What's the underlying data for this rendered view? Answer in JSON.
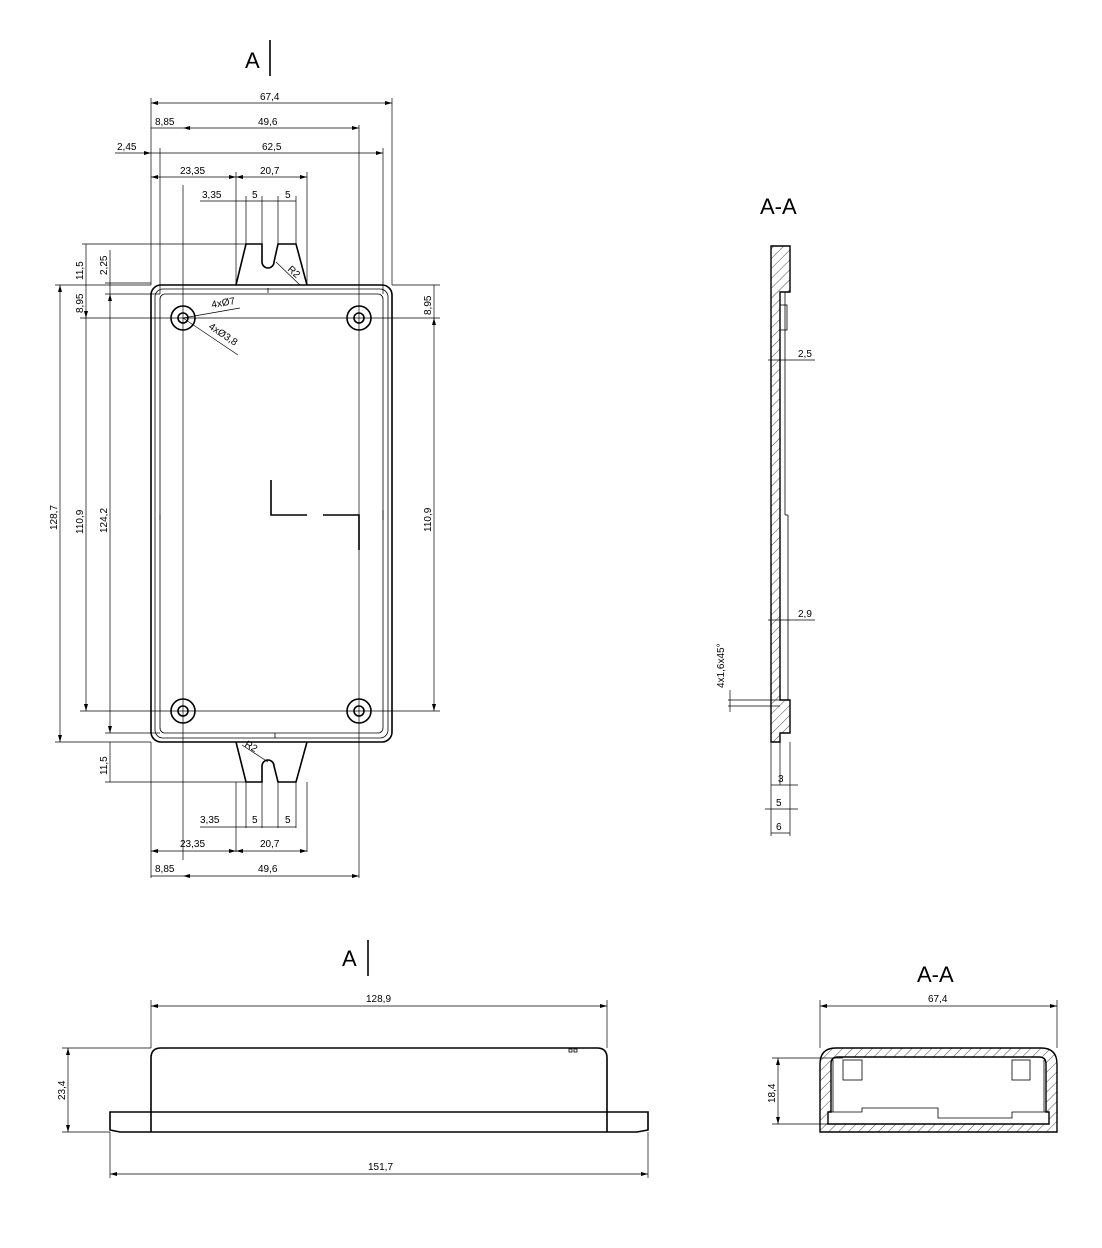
{
  "labels": {
    "section_a_top": "A",
    "section_aa_side": "A-A",
    "section_a_bottom": "A",
    "section_aa_bottom": "A-A"
  },
  "top_view": {
    "dims": {
      "total_width": "67,4",
      "hole_spacing_x": "49,6",
      "hole_offset_x": "8,85",
      "inner_width": "62,5",
      "wall_offset": "2,45",
      "tab_offset": "23,35",
      "tab_width": "20,7",
      "slot_offset": "3,35",
      "slot_w1": "5",
      "slot_w2": "5",
      "tab_height": "11,5",
      "tab_step": "2,25",
      "hole_offset_y": "8,95",
      "hole_offset_y_right": "8,95",
      "total_length": "128,7",
      "hole_spacing_y": "110,9",
      "inner_length": "124,2",
      "hole_spacing_y_right": "110,9",
      "bottom_tab_height": "11,5",
      "bottom_slot_offset": "3,35",
      "bottom_slot_w1": "5",
      "bottom_slot_w2": "5",
      "bottom_tab_offset": "23,35",
      "bottom_tab_width": "20,7",
      "bottom_hole_offset_x": "8,85",
      "bottom_hole_spacing_x": "49,6"
    },
    "callouts": {
      "hole_outer": "4xØ7",
      "hole_inner": "4xØ3,8",
      "radius_top": "R2",
      "radius_bottom": "R2"
    }
  },
  "side_section": {
    "dims": {
      "wall_top": "2,5",
      "wall_bottom": "2,9",
      "chamfer": "4x1,6x45°",
      "d3": "3",
      "d5": "5",
      "d6": "6"
    }
  },
  "front_view": {
    "dims": {
      "body_length": "128,9",
      "height": "23,4",
      "flange_length": "151,7"
    }
  },
  "end_section": {
    "dims": {
      "width": "67,4",
      "height": "18,4"
    }
  }
}
